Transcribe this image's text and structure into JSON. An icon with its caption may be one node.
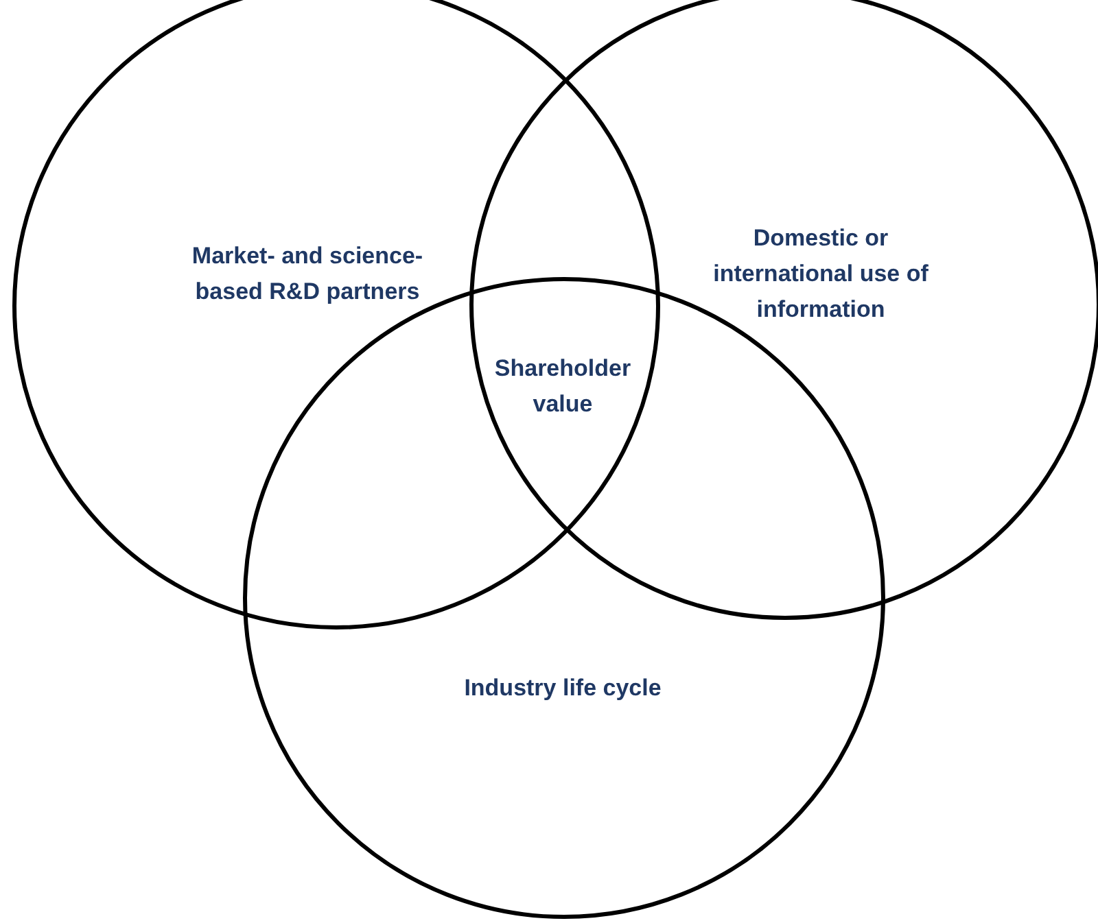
{
  "diagram": {
    "nodes": [
      {
        "text": [
          "Market- and science-based R&D partners"
        ]
      },
      {
        "text": [
          "Domestic or international use of information"
        ]
      },
      {
        "text": [
          "Industry life cycle"
        ]
      }
    ],
    "labels": [
      "Shareholder value"
    ]
  }
}
